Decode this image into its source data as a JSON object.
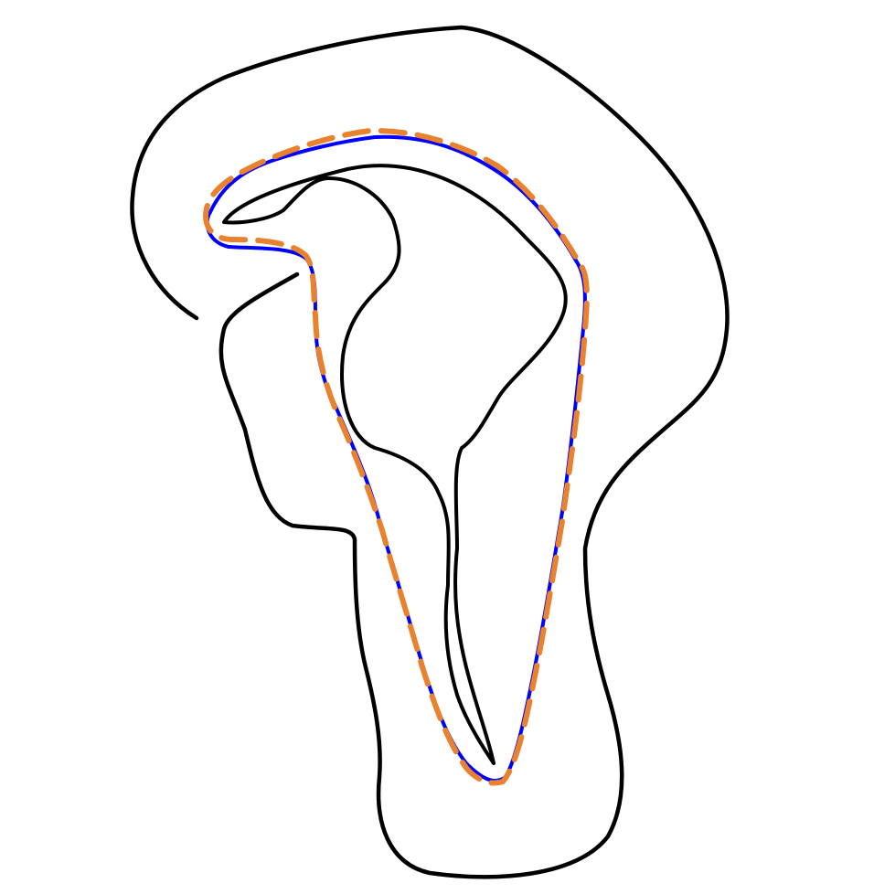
{
  "figure": {
    "kind": "contour-overlay",
    "background_color": "#ffffff",
    "outline_color": "#000000",
    "contours": [
      {
        "name": "outer-boundary",
        "color": "#000000",
        "style": "solid"
      },
      {
        "name": "inner-boundary",
        "color": "#000000",
        "style": "solid"
      },
      {
        "name": "blue-contour",
        "color": "#0000ff",
        "style": "solid"
      },
      {
        "name": "orange-contour",
        "color": "#e8822e",
        "style": "dashed"
      }
    ]
  }
}
